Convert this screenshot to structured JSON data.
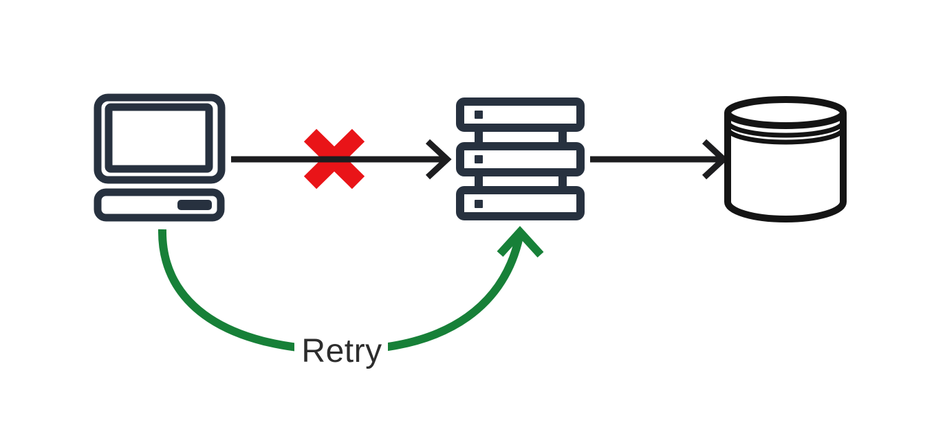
{
  "labels": {
    "retry": "Retry"
  },
  "colors": {
    "background": "#ffffff",
    "icon_navy": "#27313f",
    "arrow_black": "#1d1d1f",
    "database_black": "#141414",
    "error_red": "#e91418",
    "retry_green": "#178038",
    "label_text": "#2d2d2d",
    "white_fill": "#ffffff"
  },
  "diagram": {
    "type": "flow-diagram",
    "nodes": [
      {
        "id": "client",
        "icon": "computer-icon"
      },
      {
        "id": "server",
        "icon": "server-icon"
      },
      {
        "id": "database",
        "icon": "database-icon"
      }
    ],
    "edges": [
      {
        "from": "client",
        "to": "server",
        "status": "failed",
        "marker": "error-x"
      },
      {
        "from": "server",
        "to": "database",
        "status": "ok"
      },
      {
        "from": "client",
        "to": "server",
        "status": "retry",
        "label": "Retry",
        "style": "curved-green"
      }
    ]
  }
}
